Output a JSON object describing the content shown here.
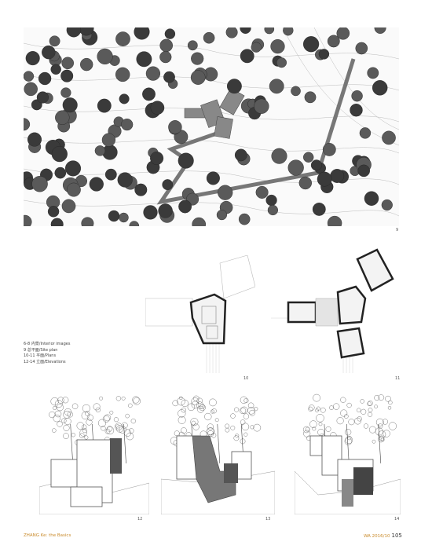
{
  "captions": [
    "6-8 内景/Interior images",
    "9 总平面/Site plan",
    "10-11 平面/Plans",
    "12-14 立面/Elevations"
  ],
  "figure_numbers": {
    "site_plan": "9",
    "plan_a": "10",
    "plan_b": "11",
    "elev_a": "12",
    "elev_b": "13",
    "elev_c": "14"
  },
  "footer": {
    "left": "ZHANG Ke: the Basics",
    "journal": "WA 2016/10",
    "page": "105"
  },
  "colors": {
    "accent": "#c98a2a",
    "ink": "#333333",
    "fill_dark": "#555555",
    "fill_mid": "#8a8a8a"
  }
}
